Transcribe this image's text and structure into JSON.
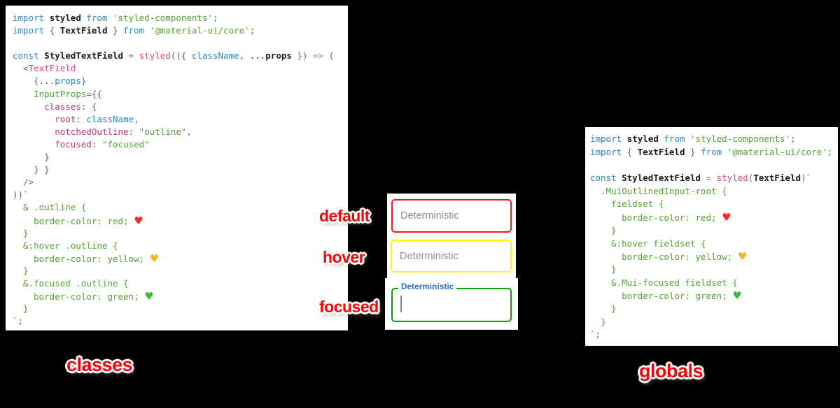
{
  "palette": {
    "bg": "#000000",
    "panel_white": "#ffffff",
    "keyword": "#2b87c4",
    "identifier": "#1a1a1a",
    "plain": "#1c1c1c",
    "string_green": "#54a32f",
    "property_magenta": "#c1356e",
    "component_pink": "#e2487c",
    "arrow_orange": "#c07f31",
    "punct_gray": "#666666",
    "heart_red": "#ee2d24",
    "heart_yellow": "#f7b32b",
    "heart_green": "#3dbb3d",
    "label_red": "#fb0007",
    "field_red": "#ff1612",
    "field_yellow": "#fff600",
    "field_green": "#0da00d",
    "focus_label_blue": "#1d6fd8",
    "placeholder_gray": "#8e8e8e",
    "cursor_gray": "#888888"
  },
  "captions": {
    "left": "classes",
    "right": "globals"
  },
  "state_labels": {
    "default": "default",
    "hover": "hover",
    "focused": "focused"
  },
  "fields": {
    "default": {
      "placeholder": "Deterministic",
      "border": "#ff1612"
    },
    "hover": {
      "placeholder": "Deterministic",
      "border": "#fff600"
    },
    "focused": {
      "floating_label": "Deterministic",
      "value": "",
      "border": "#0da00d"
    }
  },
  "code_blocks": {
    "classes": {
      "lines": [
        [
          [
            "k",
            "import "
          ],
          [
            "i",
            "styled"
          ],
          [
            "p",
            " "
          ],
          [
            "k",
            "from"
          ],
          [
            "p",
            " "
          ],
          [
            "g",
            "'styled-components'"
          ],
          [
            "y",
            ";"
          ]
        ],
        [
          [
            "k",
            "import"
          ],
          [
            "y",
            " { "
          ],
          [
            "i",
            "TextField"
          ],
          [
            "y",
            " } "
          ],
          [
            "k",
            "from"
          ],
          [
            "p",
            " "
          ],
          [
            "g",
            "'@material-ui/core'"
          ],
          [
            "y",
            ";"
          ]
        ],
        [],
        [
          [
            "k",
            "const"
          ],
          [
            "p",
            " "
          ],
          [
            "i",
            "StyledTextField"
          ],
          [
            "y",
            " = "
          ],
          [
            "r",
            "styled"
          ],
          [
            "y",
            "(({ "
          ],
          [
            "b",
            "className"
          ],
          [
            "y",
            ", "
          ],
          [
            "p",
            "..."
          ],
          [
            "i",
            "props"
          ],
          [
            "y",
            " }) "
          ],
          [
            "o",
            "=>"
          ],
          [
            "y",
            " ("
          ]
        ],
        [
          [
            "y",
            "  <"
          ],
          [
            "r",
            "TextField"
          ]
        ],
        [
          [
            "y",
            "    {..."
          ],
          [
            "b",
            "props"
          ],
          [
            "y",
            "}"
          ]
        ],
        [
          [
            "y",
            "    "
          ],
          [
            "g",
            "InputProps"
          ],
          [
            "y",
            "={{"
          ]
        ],
        [
          [
            "y",
            "      "
          ],
          [
            "m",
            "classes"
          ],
          [
            "y",
            ": {"
          ]
        ],
        [
          [
            "y",
            "        "
          ],
          [
            "m",
            "root"
          ],
          [
            "y",
            ": "
          ],
          [
            "b",
            "className"
          ],
          [
            "y",
            ","
          ]
        ],
        [
          [
            "y",
            "        "
          ],
          [
            "m",
            "notchedOutline"
          ],
          [
            "y",
            ": "
          ],
          [
            "g",
            "\"outline\""
          ],
          [
            "y",
            ","
          ]
        ],
        [
          [
            "y",
            "        "
          ],
          [
            "m",
            "focused"
          ],
          [
            "y",
            ": "
          ],
          [
            "g",
            "\"focused\""
          ]
        ],
        [
          [
            "y",
            "      }"
          ]
        ],
        [
          [
            "y",
            "    } }"
          ]
        ],
        [
          [
            "y",
            "  />"
          ]
        ],
        [
          [
            "y",
            "))`"
          ]
        ],
        [
          [
            "g",
            "  & .outline {"
          ]
        ],
        [
          [
            "g",
            "    border-color: red; "
          ],
          [
            "hr",
            "♥"
          ]
        ],
        [
          [
            "g",
            "  }"
          ]
        ],
        [
          [
            "g",
            "  &:hover .outline {"
          ]
        ],
        [
          [
            "g",
            "    border-color: yellow; "
          ],
          [
            "hy",
            "♥"
          ]
        ],
        [
          [
            "g",
            "  }"
          ]
        ],
        [
          [
            "g",
            "  &.focused .outline {"
          ]
        ],
        [
          [
            "g",
            "    border-color: green; "
          ],
          [
            "hg",
            "♥"
          ]
        ],
        [
          [
            "g",
            "  }"
          ]
        ],
        [
          [
            "y",
            "`;"
          ]
        ]
      ]
    },
    "globals": {
      "lines": [
        [
          [
            "k",
            "import "
          ],
          [
            "i",
            "styled"
          ],
          [
            "p",
            " "
          ],
          [
            "k",
            "from"
          ],
          [
            "p",
            " "
          ],
          [
            "g",
            "'styled-components'"
          ],
          [
            "y",
            ";"
          ]
        ],
        [
          [
            "k",
            "import"
          ],
          [
            "y",
            " { "
          ],
          [
            "i",
            "TextField"
          ],
          [
            "y",
            " } "
          ],
          [
            "k",
            "from"
          ],
          [
            "p",
            " "
          ],
          [
            "g",
            "'@material-ui/core'"
          ],
          [
            "y",
            ";"
          ]
        ],
        [],
        [
          [
            "k",
            "const"
          ],
          [
            "p",
            " "
          ],
          [
            "i",
            "StyledTextField"
          ],
          [
            "y",
            " = "
          ],
          [
            "r",
            "styled"
          ],
          [
            "y",
            "("
          ],
          [
            "i",
            "TextField"
          ],
          [
            "y",
            ")`"
          ]
        ],
        [
          [
            "g",
            "  .MuiOutlinedInput-root {"
          ]
        ],
        [
          [
            "g",
            "    fieldset {"
          ]
        ],
        [
          [
            "g",
            "      border-color: red; "
          ],
          [
            "hr",
            "♥"
          ]
        ],
        [
          [
            "g",
            "    }"
          ]
        ],
        [
          [
            "g",
            "    &:hover fieldset {"
          ]
        ],
        [
          [
            "g",
            "      border-color: yellow; "
          ],
          [
            "hy",
            "♥"
          ]
        ],
        [
          [
            "g",
            "    }"
          ]
        ],
        [
          [
            "g",
            "    &.Mui-focused fieldset {"
          ]
        ],
        [
          [
            "g",
            "      border-color: green; "
          ],
          [
            "hg",
            "♥"
          ]
        ],
        [
          [
            "g",
            "    }"
          ]
        ],
        [
          [
            "g",
            "  }"
          ]
        ],
        [
          [
            "y",
            "`;"
          ]
        ]
      ]
    }
  }
}
